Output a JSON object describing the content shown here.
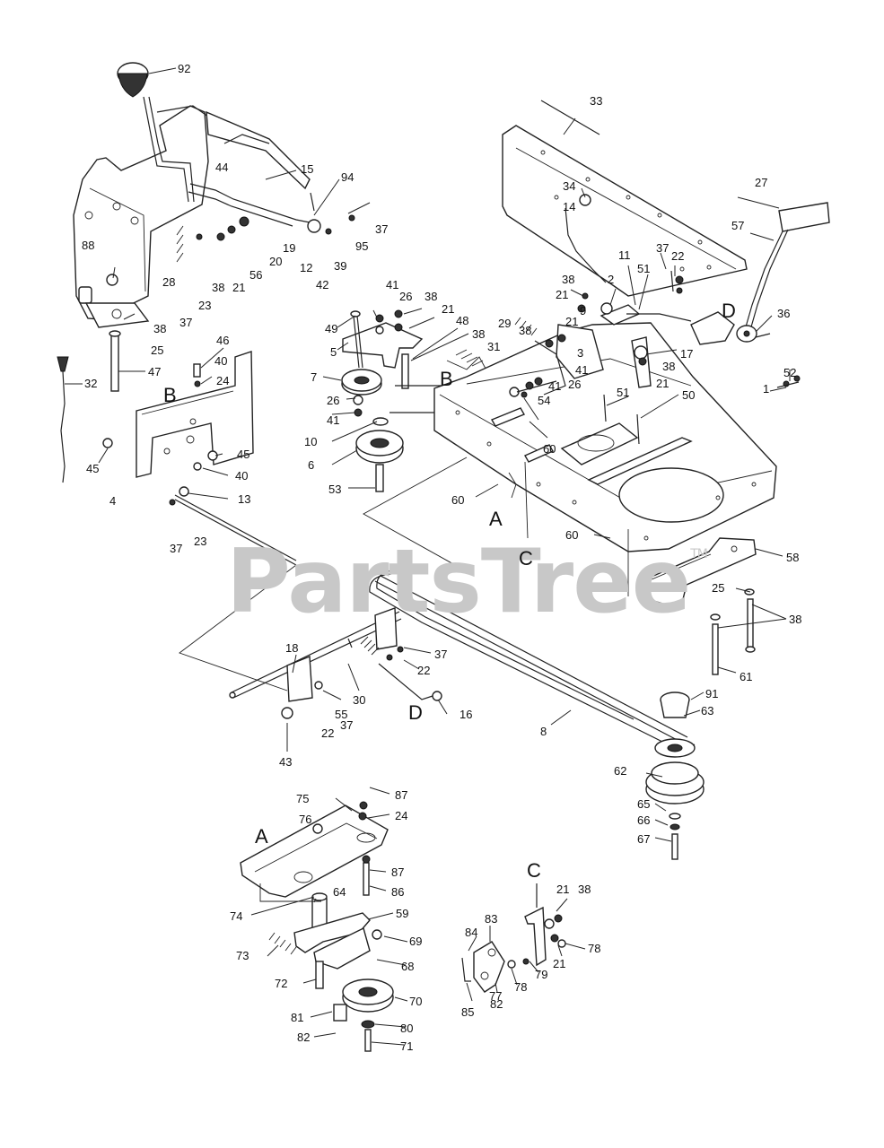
{
  "watermark": {
    "text": "PartsTree",
    "mark": "TM"
  },
  "letters": [
    "A",
    "B",
    "C",
    "D"
  ],
  "callouts": {
    "c92": "92",
    "c15": "15",
    "c94": "94",
    "c44": "44",
    "c37a": "37",
    "c95": "95",
    "c19": "19",
    "c20": "20",
    "c56": "56",
    "c21a": "21",
    "c38a": "38",
    "c12": "12",
    "c39": "39",
    "c42": "42",
    "c88": "88",
    "c28": "28",
    "c23a": "23",
    "c37b": "37",
    "c38b": "38",
    "c25a": "25",
    "c47": "47",
    "c32": "32",
    "c46": "46",
    "c40a": "40",
    "c24a": "24",
    "c45a": "45",
    "c45b": "45",
    "c40b": "40",
    "c4": "4",
    "c13": "13",
    "c37c": "37",
    "c23b": "23",
    "c49": "49",
    "c41a": "41",
    "c26a": "26",
    "c38c": "38",
    "c21b": "21",
    "c48": "48",
    "c38d": "38",
    "c5": "5",
    "c31": "31",
    "c7": "7",
    "c26b": "26",
    "c41b": "41",
    "c10": "10",
    "c6": "6",
    "c53": "53",
    "c33": "33",
    "c34": "34",
    "c14": "14",
    "c27": "27",
    "c57": "57",
    "c37d": "37",
    "c22a": "22",
    "c11": "11",
    "c51a": "51",
    "c2": "2",
    "c38e": "38",
    "c21c": "21",
    "c36": "36",
    "c29": "29",
    "c38f": "38",
    "c9": "9",
    "c21d": "21",
    "c17": "17",
    "c38g": "38",
    "c3": "3",
    "c41c": "41",
    "c41d": "41",
    "c26c": "26",
    "c21e": "21",
    "c54": "54",
    "c51b": "51",
    "c50": "50",
    "c60a": "60",
    "c60b": "60",
    "c60c": "60",
    "c52": "52",
    "c1": "1",
    "c58": "58",
    "c25b": "25",
    "c38h": "38",
    "c61": "61",
    "c18": "18",
    "c37e": "37",
    "c22b": "22",
    "c30": "30",
    "c55": "55",
    "c22c": "22",
    "c37f": "37",
    "c16": "16",
    "c43": "43",
    "c8": "8",
    "c91": "91",
    "c63": "63",
    "c62": "62",
    "c65": "65",
    "c66": "66",
    "c67": "67",
    "c75": "75",
    "c87a": "87",
    "c76": "76",
    "c24b": "24",
    "c87b": "87",
    "c86": "86",
    "c74": "74",
    "c64": "64",
    "c59": "59",
    "c69": "69",
    "c73": "73",
    "c68": "68",
    "c72": "72",
    "c70": "70",
    "c81": "81",
    "c80": "80",
    "c82a": "82",
    "c71": "71",
    "c21f": "21",
    "c38i": "38",
    "c83": "83",
    "c84": "84",
    "c78a": "78",
    "c21g": "21",
    "c79": "79",
    "c78b": "78",
    "c77": "77",
    "c82b": "82",
    "c85": "85"
  }
}
